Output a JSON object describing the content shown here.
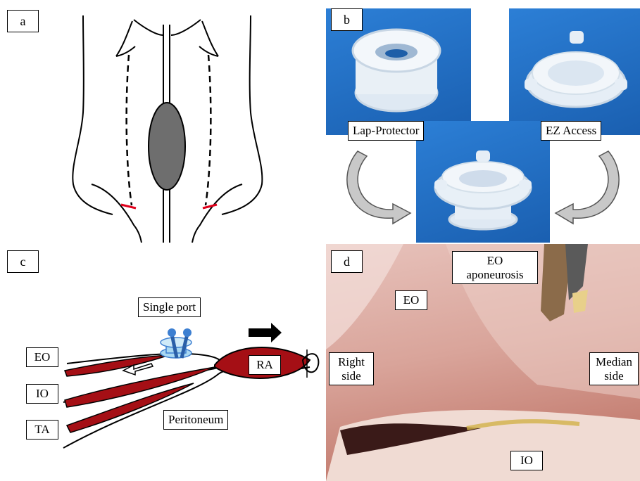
{
  "panels": {
    "a": {
      "tag": "a"
    },
    "b": {
      "tag": "b",
      "left_product": "Lap-Protector",
      "right_product": "EZ Access"
    },
    "c": {
      "tag": "c",
      "port": "Single port",
      "muscles": [
        "EO",
        "IO",
        "TA"
      ],
      "rectus": "RA",
      "peritoneum": "Peritoneum"
    },
    "d": {
      "tag": "d",
      "eo": "EO",
      "aponeurosis_line1": "EO",
      "aponeurosis_line2": "aponeurosis",
      "right_line1": "Right",
      "right_line2": "side",
      "median_line1": "Median",
      "median_line2": "side",
      "io": "IO"
    }
  },
  "colors": {
    "muscle_red": "#a50f15",
    "incision_red": "#e0001b",
    "organ_gray": "#6e6e6e",
    "product_blue": "#1f6fc6",
    "port_blue": "#3d7fd1",
    "tissue_pink": "#d9a49a"
  }
}
